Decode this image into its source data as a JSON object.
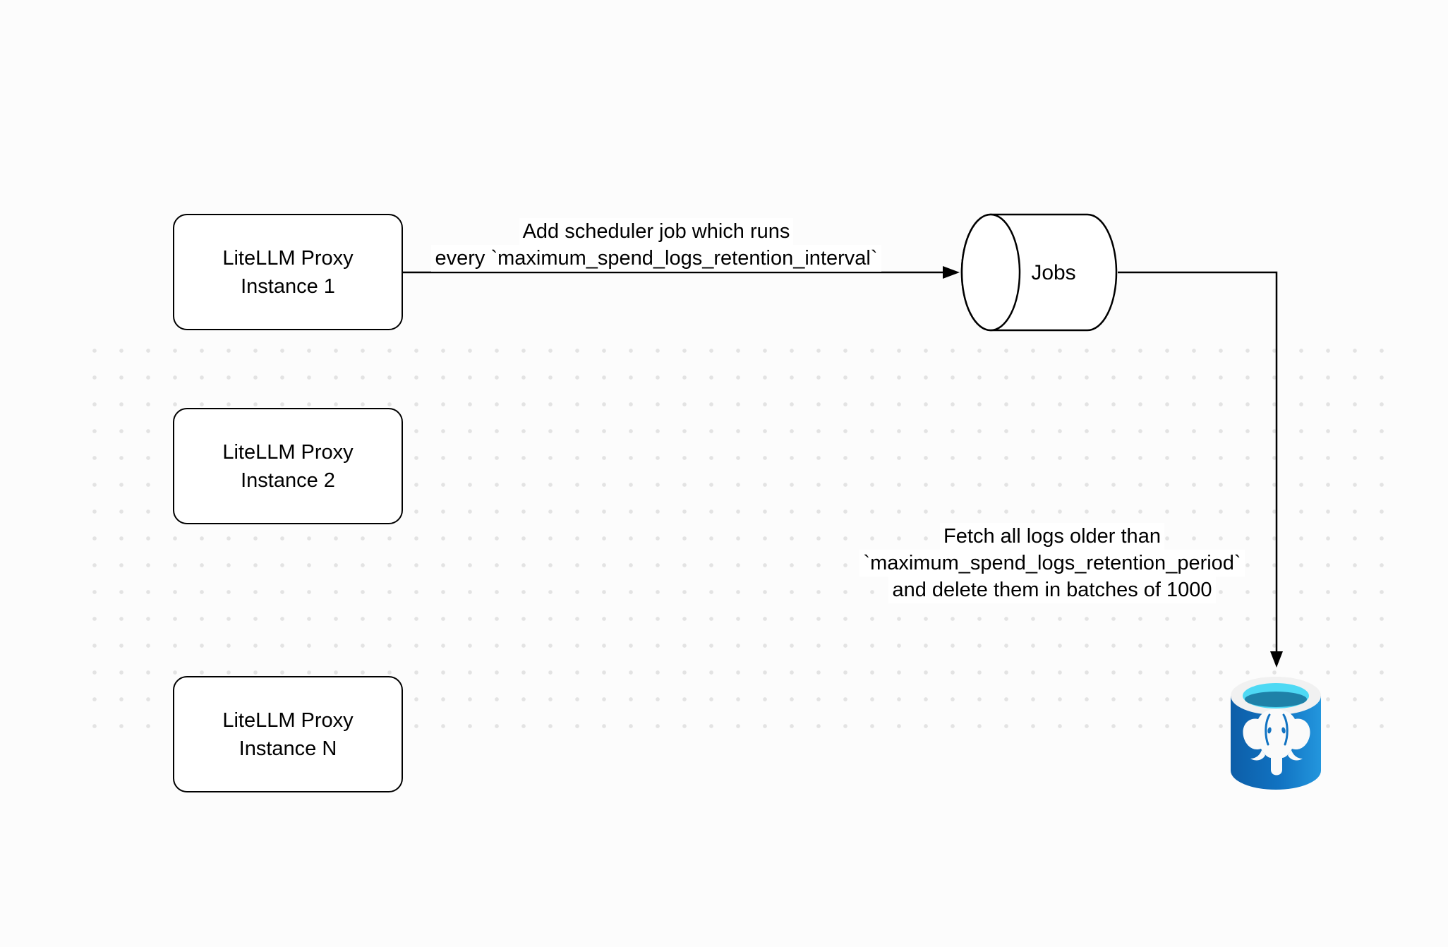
{
  "canvas": {
    "background": "#fcfcfc",
    "dot_color": "#e3e3e3",
    "stroke_color": "#000000"
  },
  "nodes": {
    "instances": [
      {
        "line1": "LiteLLM Proxy",
        "line2": "Instance 1"
      },
      {
        "line1": "LiteLLM Proxy",
        "line2": "Instance 2"
      },
      {
        "line1": "LiteLLM Proxy",
        "line2": "Instance N"
      }
    ],
    "jobs": {
      "label": "Jobs"
    },
    "postgres": {
      "icon": "postgresql-database-icon",
      "colors": {
        "body": "#1173c2",
        "body_dark": "#0d5ea8",
        "body_light": "#2396dd",
        "rim": "#f1f1f1",
        "inner_top": "#4ed9f4",
        "inner_water": "#1e81a8",
        "elephant": "#fafafa"
      }
    }
  },
  "edges": {
    "schedule_job": {
      "line1": "Add scheduler job which runs",
      "line2": "every `maximum_spend_logs_retention_interval`"
    },
    "fetch_delete": {
      "line1": "Fetch all logs older than",
      "line2": "`maximum_spend_logs_retention_period`",
      "line3": "and delete them in batches of 1000"
    }
  }
}
